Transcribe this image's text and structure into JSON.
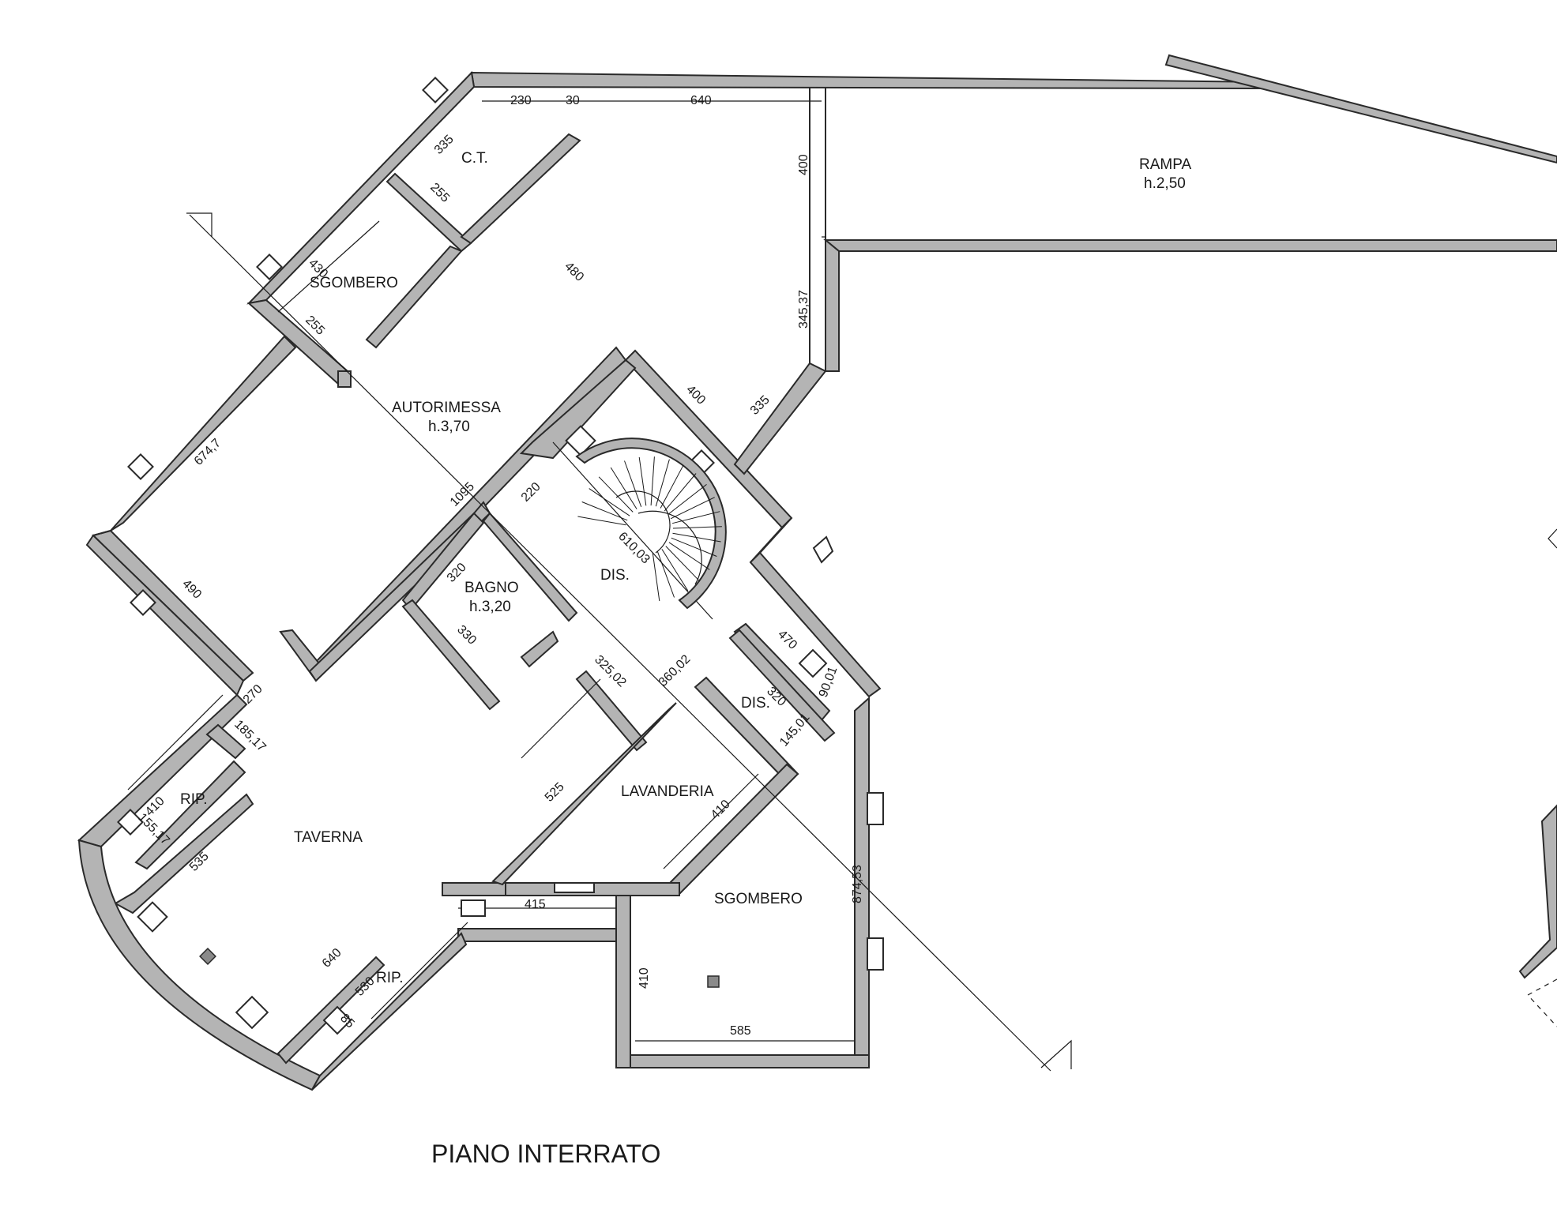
{
  "plan_title": "PIANO INTERRATO",
  "rooms": {
    "ct": "C.T.",
    "sgombero_top": "SGOMBERO",
    "autorimessa": "AUTORIMESSA",
    "autorimessa_height": "h.3,70",
    "rampa": "RAMPA",
    "rampa_height": "h.2,50",
    "bagno": "BAGNO",
    "bagno_height": "h.3,20",
    "dis_upper": "DIS.",
    "dis_lower": "DIS.",
    "lavanderia": "LAVANDERIA",
    "taverna": "TAVERNA",
    "rip_left": "RIP.",
    "rip_bottom": "RIP.",
    "sgombero_bottom": "SGOMBERO"
  },
  "dimensions": {
    "d230": "230",
    "d30": "30",
    "d640_top": "640",
    "d335_ct": "335",
    "d255_ct": "255",
    "d400_v": "400",
    "d430": "430",
    "d255_sg": "255",
    "d480": "480",
    "d34537": "345,37",
    "d400_diag": "400",
    "d335_diag": "335",
    "d6747": "674,7",
    "d1095": "1095",
    "d220": "220",
    "d490": "490",
    "d61003": "610,03",
    "d320_bagno": "320",
    "d330": "330",
    "d32502": "325,02",
    "d36002": "360,02",
    "d470": "470",
    "d320_dis": "320",
    "d9001": "90,01",
    "d14501": "145,01",
    "d270": "270",
    "d18517": "185,17",
    "d410_rip": "410",
    "d15517": "155,17",
    "d535": "535",
    "d525": "525",
    "d410_lav": "410",
    "d415": "415",
    "d87453": "874,53",
    "d410_sg": "410",
    "d585": "585",
    "d640_tav": "640",
    "d530": "530",
    "d85": "85"
  }
}
